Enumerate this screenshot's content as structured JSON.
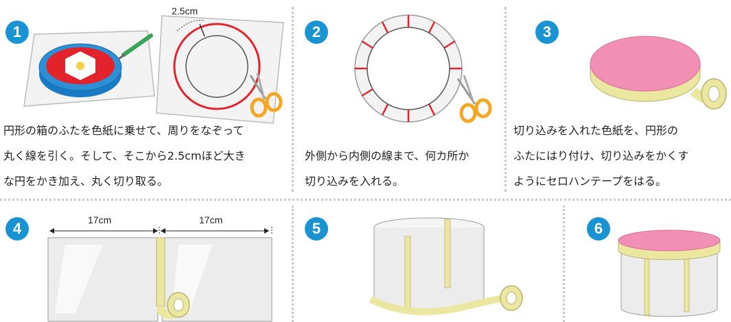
{
  "steps": [
    {
      "number": "1",
      "lines": [
        "円形の箱のふたを色紙に乗せて、周りをなぞって",
        "丸く線を引く。そして、そこから2.5cmほど大き",
        "な円をかき加え、丸く切り取る。"
      ]
    },
    {
      "number": "2",
      "lines": [
        "外側から内側の線まで、何カ所か",
        "切り込みを入れる。"
      ]
    },
    {
      "number": "3",
      "lines": [
        "切り込みを入れた色紙を、円形の",
        "ふたにはり付け、切り込みをかくす",
        "ようにセロハンテープをはる。"
      ]
    },
    {
      "number": "4",
      "lines": []
    },
    {
      "number": "5",
      "lines": []
    },
    {
      "number": "6",
      "lines": []
    }
  ],
  "dimensions": {
    "step1_margin": "2.5cm",
    "step4_left": "17cm",
    "step4_right": "17cm"
  },
  "colors": {
    "step_badge": "#1a93d3",
    "pink_paper": "#f28fb4",
    "tape": "#ece7a0",
    "scissors": "#f5a623",
    "red_line": "#e3232b",
    "dotted_separator": "#c9c9c9"
  }
}
